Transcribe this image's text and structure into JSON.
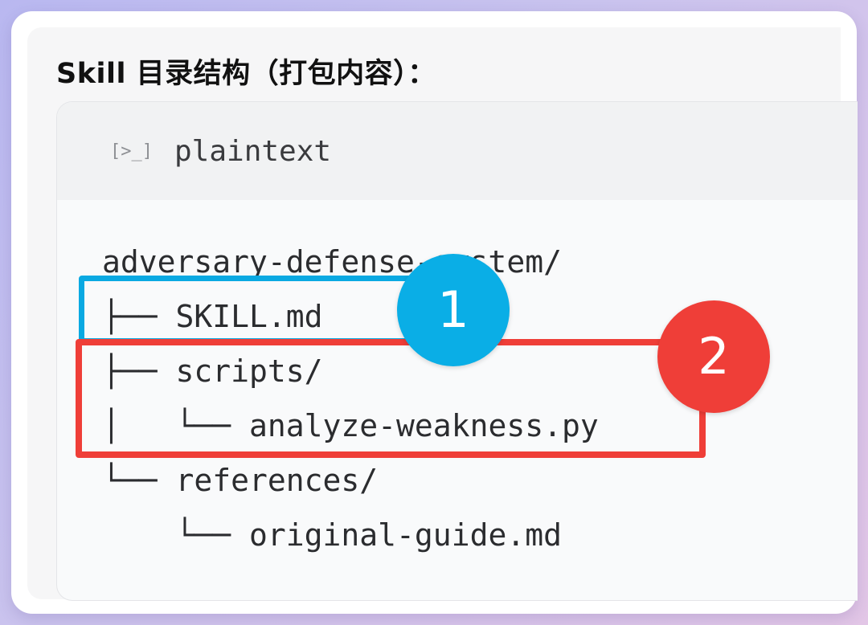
{
  "title": "Skill 目录结构（打包内容）：",
  "code_block": {
    "language_icon": "[>_]",
    "language_label": "plaintext",
    "lines": [
      {
        "prefix": "",
        "name": "adversary-defense-system/"
      },
      {
        "prefix": "├── ",
        "name": "SKILL.md"
      },
      {
        "prefix": "├── ",
        "name": "scripts/"
      },
      {
        "prefix": "│   └── ",
        "name": "analyze-weakness.py"
      },
      {
        "prefix": "└── ",
        "name": "references/"
      },
      {
        "prefix": "    └── ",
        "name": "original-guide.md"
      }
    ]
  },
  "annotations": {
    "badge_1": "1",
    "badge_2": "2",
    "blue_color": "#0aa9e2",
    "red_color": "#ef3e38"
  }
}
